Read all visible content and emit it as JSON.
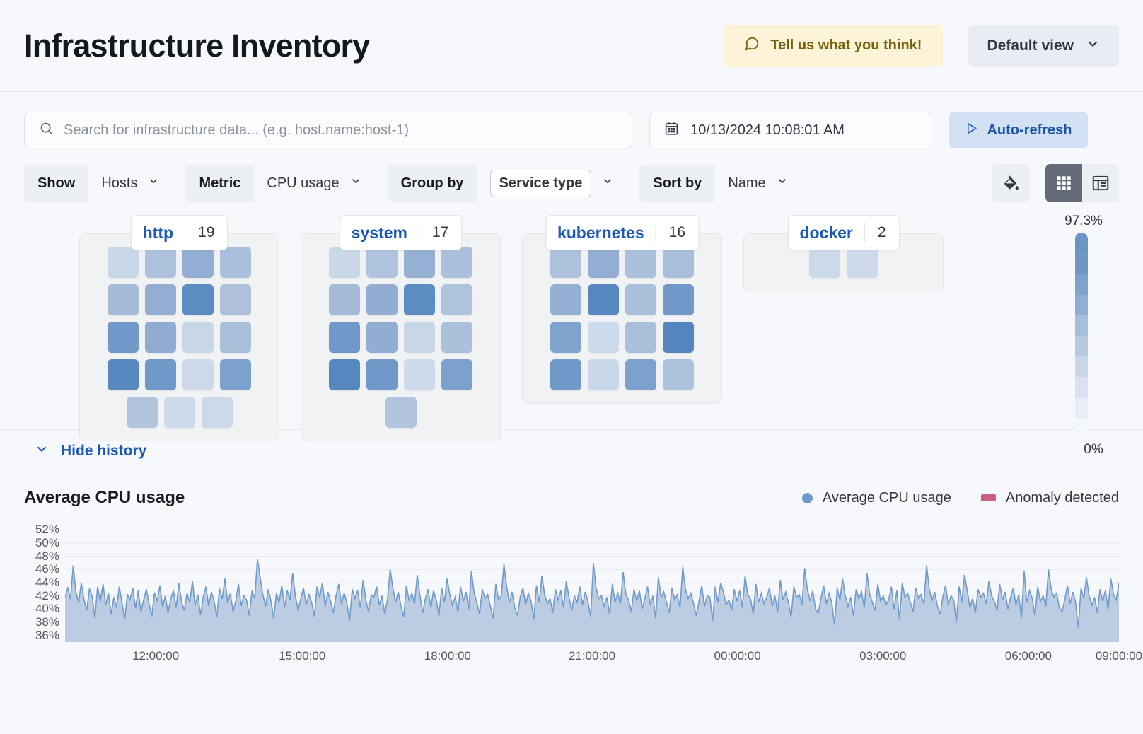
{
  "header": {
    "title": "Infrastructure Inventory",
    "feedback_label": "Tell us what you think!",
    "feedback_icon": "comment-icon",
    "view_label": "Default view",
    "view_chevron_icon": "chevron-down-icon"
  },
  "search": {
    "placeholder": "Search for infrastructure data... (e.g. host.name:host-1)",
    "value": "",
    "icon": "search-icon"
  },
  "datepicker": {
    "value": "10/13/2024 10:08:01 AM",
    "icon": "calendar-icon"
  },
  "auto_refresh": {
    "label": "Auto-refresh",
    "icon": "play-icon"
  },
  "filters": [
    {
      "label": "Show",
      "value": "Hosts",
      "boxed": false
    },
    {
      "label": "Metric",
      "value": "CPU usage",
      "boxed": false
    },
    {
      "label": "Group by",
      "value": "Service type",
      "boxed": true
    },
    {
      "label": "Sort by",
      "value": "Name",
      "boxed": false
    }
  ],
  "toolbar_icons": {
    "palette": "paint-bucket-icon",
    "grid_view": "grid-view-icon",
    "table_view": "table-view-icon",
    "active_view": "grid-view-icon"
  },
  "legend_scale": {
    "max": "97.3%",
    "min": "0%",
    "stops": [
      "#6a94c4",
      "#6e97c6",
      "#7ea3cc",
      "#90b0d3",
      "#a4bedb",
      "#b6cbe2",
      "#c8d8ea",
      "#d8e2f0",
      "#e7eef7",
      "#f4f7fc"
    ]
  },
  "groups": [
    {
      "name": "http",
      "count": "19",
      "cells": [
        "#c9d8e9",
        "#aec2dc",
        "#93aed2",
        "#a9bfdb",
        "#a5bcd9",
        "#93aed2",
        "#5d8cc2",
        "#adc1db",
        "#7099c9",
        "#90acd1",
        "#c8d7e8",
        "#aabfda",
        "#5888c0",
        "#7099c9",
        "#cbd9ea",
        "#7ba2cd",
        "#b3c5dd",
        "#ccdaeb",
        "#cbd9ea"
      ]
    },
    {
      "name": "system",
      "count": "17",
      "cells": [
        "#c9d8e9",
        "#afc3dc",
        "#96b0d3",
        "#aac0da",
        "#a5bcd9",
        "#92add1",
        "#5d8cc2",
        "#afc3dd",
        "#6f98c8",
        "#91add1",
        "#c8d7e8",
        "#abc0da",
        "#5787bf",
        "#7099c9",
        "#ccdaeb",
        "#7ba2cd",
        "#b3c5dd"
      ]
    },
    {
      "name": "kubernetes",
      "count": "16",
      "cells": [
        "#aec2dc",
        "#93aed2",
        "#abc0da",
        "#a8bed9",
        "#93afd2",
        "#5888c0",
        "#abc0db",
        "#7099c9",
        "#7ea3cc",
        "#ccdaeb",
        "#a9bfda",
        "#5585be",
        "#7099c9",
        "#c9d8e9",
        "#7ba2cd",
        "#adc2db"
      ]
    },
    {
      "name": "docker",
      "count": "2",
      "cells": [
        "#cbd9ea",
        "#ccdaeb"
      ]
    }
  ],
  "history": {
    "toggle_label": "Hide history",
    "toggle_icon": "chevron-down-icon"
  },
  "chart_data": {
    "type": "area",
    "title": "Average CPU usage",
    "xlabel": "",
    "ylabel": "",
    "grid": true,
    "legend_position": "top-right",
    "legend": [
      {
        "name": "Average CPU usage",
        "color": "#6f9ac9",
        "marker": "dot"
      },
      {
        "name": "Anomaly detected",
        "color": "#cc5d83",
        "marker": "rect"
      }
    ],
    "ylim": [
      35,
      53
    ],
    "yticks": [
      "52%",
      "50%",
      "48%",
      "46%",
      "44%",
      "42%",
      "40%",
      "38%",
      "36%"
    ],
    "ytick_values": [
      52,
      50,
      48,
      46,
      44,
      42,
      40,
      38,
      36
    ],
    "xticks": [
      "12:00:00",
      "15:00:00",
      "18:00:00",
      "21:00:00",
      "00:00:00",
      "03:00:00",
      "06:00:00",
      "09:00:00"
    ],
    "xtick_positions": [
      0.086,
      0.225,
      0.363,
      0.5,
      0.638,
      0.776,
      0.914,
      1.0
    ],
    "series": [
      {
        "name": "Average CPU usage",
        "color": "#6f9ac9",
        "fill": "#b2c6de",
        "values": [
          41.8,
          43.2,
          41.5,
          46.6,
          42.6,
          41.0,
          44.0,
          41.4,
          39.8,
          43.1,
          41.9,
          38.6,
          43.4,
          41.2,
          43.8,
          40.6,
          42.4,
          39.2,
          41.8,
          40.2,
          43.4,
          41.0,
          38.4,
          42.2,
          41.5,
          43.2,
          40.1,
          42.8,
          39.6,
          41.4,
          43.0,
          40.8,
          38.9,
          42.5,
          41.2,
          43.6,
          40.3,
          42.0,
          39.4,
          41.6,
          42.8,
          40.2,
          43.9,
          41.1,
          39.8,
          42.4,
          41.0,
          44.2,
          40.6,
          42.2,
          39.1,
          41.8,
          43.4,
          40.4,
          42.6,
          41.2,
          38.8,
          43.1,
          41.5,
          44.6,
          40.9,
          42.4,
          39.6,
          41.2,
          43.8,
          40.5,
          42.0,
          41.4,
          39.0,
          42.8,
          41.6,
          47.6,
          44.8,
          42.2,
          40.4,
          43.0,
          41.2,
          38.6,
          42.4,
          41.0,
          43.6,
          40.2,
          42.8,
          41.4,
          45.4,
          42.0,
          39.8,
          41.6,
          43.2,
          40.6,
          42.2,
          41.0,
          38.9,
          43.4,
          41.8,
          44.0,
          40.4,
          42.6,
          41.2,
          39.4,
          42.0,
          43.8,
          40.8,
          42.4,
          41.0,
          38.2,
          43.0,
          41.6,
          42.8,
          40.2,
          44.4,
          41.4,
          39.6,
          42.2,
          41.8,
          43.4,
          40.6,
          42.0,
          39.2,
          41.4,
          46.0,
          43.2,
          41.0,
          42.6,
          40.4,
          38.8,
          43.6,
          41.2,
          42.4,
          40.8,
          45.2,
          42.0,
          39.4,
          41.6,
          43.0,
          40.2,
          42.8,
          41.4,
          39.0,
          43.2,
          41.0,
          44.6,
          42.2,
          40.6,
          41.8,
          39.6,
          43.4,
          41.2,
          42.6,
          40.0,
          45.8,
          42.4,
          41.0,
          39.2,
          43.0,
          41.6,
          42.2,
          40.4,
          38.6,
          43.8,
          41.4,
          42.0,
          46.8,
          43.4,
          41.0,
          42.6,
          40.2,
          39.0,
          41.8,
          43.2,
          40.6,
          42.4,
          41.2,
          38.4,
          43.6,
          41.0,
          45.0,
          42.2,
          40.8,
          41.6,
          39.4,
          43.0,
          41.4,
          42.8,
          40.2,
          44.2,
          41.8,
          39.8,
          42.0,
          41.0,
          43.4,
          40.6,
          42.6,
          41.2,
          38.8,
          47.0,
          43.2,
          41.6,
          42.0,
          40.4,
          41.8,
          39.2,
          43.8,
          41.0,
          42.4,
          40.8,
          45.6,
          42.2,
          41.4,
          39.6,
          43.0,
          41.2,
          42.8,
          40.0,
          41.6,
          43.4,
          40.6,
          42.0,
          38.6,
          44.8,
          41.8,
          42.6,
          41.0,
          39.4,
          43.2,
          41.4,
          42.2,
          40.2,
          46.4,
          43.0,
          41.6,
          42.4,
          40.8,
          39.0,
          41.2,
          43.6,
          40.4,
          42.0,
          41.8,
          38.2,
          43.4,
          41.0,
          44.0,
          42.6,
          40.6,
          41.4,
          39.8,
          43.0,
          41.2,
          42.8,
          40.2,
          45.0,
          42.2,
          41.6,
          39.2,
          43.8,
          41.0,
          42.4,
          40.8,
          41.8,
          43.2,
          40.4,
          42.0,
          39.6,
          44.4,
          41.4,
          42.6,
          41.0,
          38.8,
          43.4,
          41.8,
          42.2,
          40.6,
          46.2,
          43.0,
          41.2,
          42.8,
          40.0,
          39.4,
          41.6,
          43.6,
          40.8,
          42.4,
          41.0,
          37.6,
          43.2,
          41.4,
          44.6,
          42.0,
          40.4,
          41.8,
          39.0,
          43.0,
          41.6,
          42.6,
          40.2,
          45.4,
          42.2,
          41.0,
          39.8,
          43.8,
          41.2,
          42.0,
          40.6,
          41.4,
          43.4,
          40.0,
          42.8,
          38.4,
          44.0,
          41.8,
          42.4,
          41.0,
          39.6,
          43.2,
          41.6,
          42.2,
          40.8,
          46.6,
          43.0,
          41.2,
          42.6,
          40.4,
          39.2,
          41.8,
          43.6,
          40.6,
          42.0,
          41.4,
          38.0,
          43.4,
          41.0,
          45.2,
          42.8,
          40.2,
          41.6,
          39.4,
          43.0,
          41.8,
          42.4,
          40.8,
          44.2,
          42.0,
          41.2,
          39.8,
          43.8,
          41.4,
          42.6,
          40.0,
          41.8,
          43.2,
          40.6,
          42.2,
          38.6,
          45.8,
          41.0,
          42.8,
          41.6,
          39.0,
          43.4,
          41.2,
          42.0,
          40.4,
          46.0,
          43.0,
          41.8,
          42.4,
          40.2,
          39.6,
          41.4,
          43.6,
          40.8,
          42.6,
          41.0,
          37.2,
          43.2,
          41.6,
          44.8,
          42.0,
          40.6,
          41.8,
          39.4,
          43.0,
          41.2,
          42.8,
          40.0,
          44.6,
          42.2,
          41.4,
          43.9
        ]
      }
    ]
  }
}
